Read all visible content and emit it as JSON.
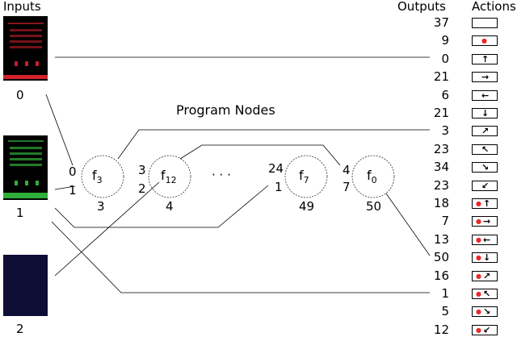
{
  "headers": {
    "inputs": "Inputs",
    "outputs": "Outputs",
    "actions": "Actions",
    "program_nodes": "Program Nodes"
  },
  "inputs": {
    "labels": [
      "0",
      "1",
      "2"
    ],
    "frame_colors": {
      "frame0": "#e0202a",
      "frame1": "#2fae3a",
      "frame2": "#1c1d7a"
    }
  },
  "nodes": [
    {
      "label": "f",
      "sub": "3",
      "below": "3",
      "left_ports": [
        "0",
        "1"
      ],
      "right_ports": []
    },
    {
      "label": "f",
      "sub": "12",
      "below": "4",
      "left_ports": [
        "3",
        "2"
      ],
      "right_ports": []
    },
    {
      "label": "f",
      "sub": "7",
      "below": "49",
      "left_ports": [
        "24",
        "1"
      ],
      "right_ports": []
    },
    {
      "label": "f",
      "sub": "0",
      "below": "50",
      "left_ports": [
        "4",
        "7"
      ],
      "right_ports": []
    }
  ],
  "ellipsis": "· · ·",
  "outputs": [
    "37",
    "9",
    "0",
    "21",
    "6",
    "21",
    "3",
    "23",
    "34",
    "23",
    "18",
    "7",
    "13",
    "50",
    "16",
    "1",
    "5",
    "12"
  ],
  "actions": [
    {
      "dot": false,
      "arrow": ""
    },
    {
      "dot": true,
      "arrow": ""
    },
    {
      "dot": false,
      "arrow": "↑"
    },
    {
      "dot": false,
      "arrow": "→"
    },
    {
      "dot": false,
      "arrow": "←"
    },
    {
      "dot": false,
      "arrow": "↓"
    },
    {
      "dot": false,
      "arrow": "↗"
    },
    {
      "dot": false,
      "arrow": "↖"
    },
    {
      "dot": false,
      "arrow": "↘"
    },
    {
      "dot": false,
      "arrow": "↙"
    },
    {
      "dot": true,
      "arrow": "↑"
    },
    {
      "dot": true,
      "arrow": "→"
    },
    {
      "dot": true,
      "arrow": "←"
    },
    {
      "dot": true,
      "arrow": "↓"
    },
    {
      "dot": true,
      "arrow": "↗"
    },
    {
      "dot": true,
      "arrow": "↖"
    },
    {
      "dot": true,
      "arrow": "↘"
    },
    {
      "dot": true,
      "arrow": "↙"
    }
  ]
}
